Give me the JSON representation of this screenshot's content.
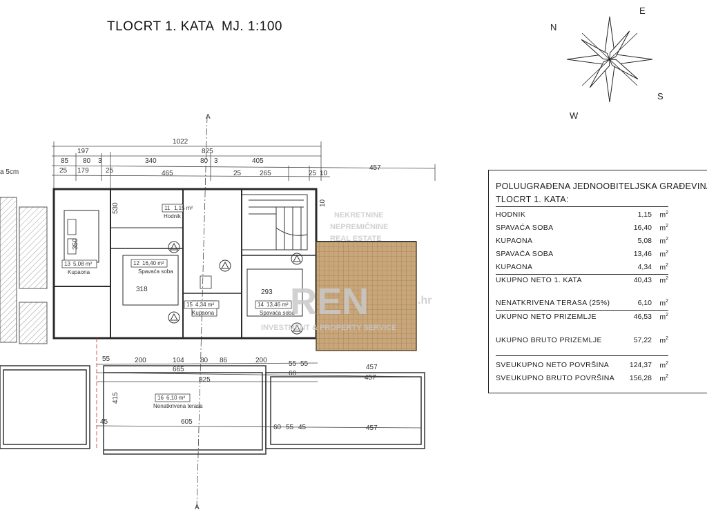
{
  "drawing_title": "TLOCRT 1. KATA  MJ. 1:100",
  "compass": {
    "n": "N",
    "e": "E",
    "s": "S",
    "w": "W"
  },
  "legend": {
    "heading": "POLUUGRAĐENA JEDNOOBITELJSKA GRAĐEVINA",
    "subheading": "TLOCRT 1. KATA:",
    "unit": "m",
    "unit_exp": "2",
    "rooms": [
      {
        "label": "HODNIK",
        "value": "1,15"
      },
      {
        "label": "SPAVAĆA SOBA",
        "value": "16,40"
      },
      {
        "label": "KUPAONA",
        "value": "5,08"
      },
      {
        "label": "SPAVAĆA SOBA",
        "value": "13,46"
      },
      {
        "label": "KUPAONA",
        "value": "4,34"
      }
    ],
    "total_1": {
      "label": "UKUPNO NETO 1. KATA",
      "value": "40,43"
    },
    "terrace": {
      "label": "NENATKRIVENA TERASA (25%)",
      "value": "6,10"
    },
    "total_ground_net": {
      "label": "UKUPNO NETO PRIZEMLJE",
      "value": "46,53"
    },
    "total_ground_gross": {
      "label": "UKUPNO BRUTO PRIZEMLJE",
      "value": "57,22"
    },
    "grand_net": {
      "label": "SVEUKUPNO NETO POVRŠINA",
      "value": "124,37"
    },
    "grand_gross": {
      "label": "SVEUKUPNO BRUTO POVRŠINA",
      "value": "156,28"
    }
  },
  "dimensions": {
    "top_row1": "1022",
    "top_row2": [
      "197",
      "825"
    ],
    "top_row3": [
      "85",
      "80",
      "3",
      "340",
      "80",
      "3",
      "405",
      "457"
    ],
    "top_row4": [
      "25",
      "179",
      "25",
      "465",
      "25",
      "265",
      "25",
      "10"
    ],
    "left_note": "a 5cm",
    "bottom_row1": [
      "55",
      "200",
      "104",
      "80",
      "86",
      "200",
      "55",
      "55",
      "457"
    ],
    "bottom_row2": [
      "665",
      "60",
      "457"
    ],
    "bottom_row3": "825",
    "bottom_row4": [
      "45",
      "605",
      "60",
      "55",
      "45",
      "457"
    ],
    "vertical": [
      "415",
      "350",
      "318",
      "293",
      "530",
      "10"
    ]
  },
  "rooms": [
    {
      "num": "11",
      "area": "1,15 m²",
      "name": "Hodnik"
    },
    {
      "num": "12",
      "area": "16,40 m²",
      "name": "Spavaća soba"
    },
    {
      "num": "13",
      "area": "5,08 m²",
      "name": "Kupaona"
    },
    {
      "num": "14",
      "area": "13,46 m²",
      "name": "Spavaća soba"
    },
    {
      "num": "15",
      "area": "4,34 m²",
      "name": "Kupaona"
    },
    {
      "num": "16",
      "area": "6,10 m²",
      "name": "Nenatkrivena terasa"
    }
  ],
  "section_marker": "A",
  "watermark": {
    "line1": "NEKRETNINE",
    "line2": "NEPREMIČNINE",
    "line3": "REAL ESTATE",
    "brand": "REN",
    "brand_suffix": ".hr",
    "tagline": "INVESTMENT & PROPERTY SERVICE"
  },
  "colors": {
    "terrace_fill": "#c9a67a",
    "hatch": "#8a8a8a",
    "wall": "#2a2a2a"
  }
}
